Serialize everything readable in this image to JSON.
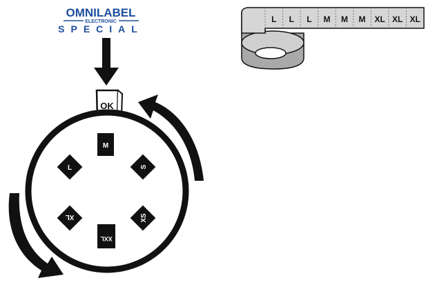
{
  "logo": {
    "brand": "OMNILABEL",
    "sub": "ELECTRONIC",
    "special": "SPECIAL",
    "color": "#1c4e9e"
  },
  "current_label": "OK",
  "wheel_labels": {
    "top": "M",
    "upper_right": "S",
    "lower_right": "XS",
    "bottom": "XXL",
    "lower_left": "XL",
    "upper_left": "L"
  },
  "tape_labels": [
    "L",
    "L",
    "L",
    "M",
    "M",
    "M",
    "XL",
    "XL",
    "XL"
  ],
  "colors": {
    "ink": "#111111",
    "tape_face": "#d6d6d6",
    "tape_side": "#a9a9a9",
    "tape_divider": "#7a7a7a"
  },
  "icons": {
    "down_arrow": "down-arrow-icon",
    "rotate_arrow": "curved-arrow-icon"
  }
}
